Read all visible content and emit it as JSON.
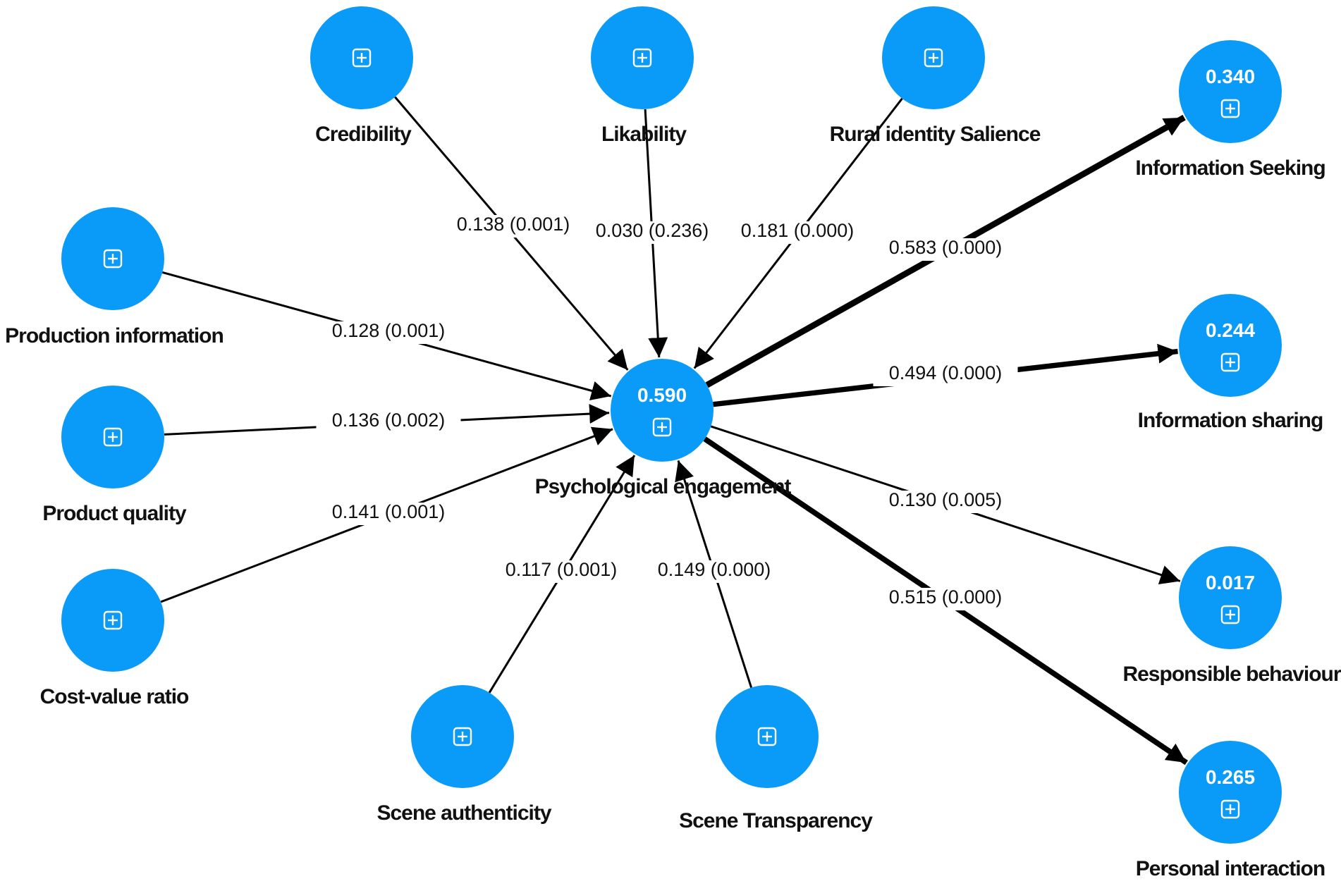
{
  "colors": {
    "node_fill": "#0A9BF8",
    "edge": "#000000",
    "label_text": "#111111",
    "node_text": "#ffffff",
    "background": "#ffffff"
  },
  "icon": "expand-plus-icon",
  "nodes": [
    {
      "id": "credibility",
      "label": "Credibility",
      "value": null
    },
    {
      "id": "likability",
      "label": "Likability",
      "value": null
    },
    {
      "id": "rural_identity_salience",
      "label": "Rural identity Salience",
      "value": null
    },
    {
      "id": "production_information",
      "label": "Production information",
      "value": null
    },
    {
      "id": "product_quality",
      "label": "Product quality",
      "value": null
    },
    {
      "id": "cost_value_ratio",
      "label": "Cost-value ratio",
      "value": null
    },
    {
      "id": "scene_authenticity",
      "label": "Scene authenticity",
      "value": null
    },
    {
      "id": "scene_transparency",
      "label": "Scene Transparency",
      "value": null
    },
    {
      "id": "psychological_engagement",
      "label": "Psychological engagement",
      "value": "0.590"
    },
    {
      "id": "information_seeking",
      "label": "Information Seeking",
      "value": "0.340"
    },
    {
      "id": "information_sharing",
      "label": "Information sharing",
      "value": "0.244"
    },
    {
      "id": "responsible_behaviour",
      "label": "Responsible behaviour",
      "value": "0.017"
    },
    {
      "id": "personal_interaction",
      "label": "Personal interaction",
      "value": "0.265"
    }
  ],
  "edges": [
    {
      "from": "credibility",
      "to": "psychological_engagement",
      "label": "0.138 (0.001)",
      "coefficient": 0.138,
      "p_value": 0.001
    },
    {
      "from": "likability",
      "to": "psychological_engagement",
      "label": "0.030 (0.236)",
      "coefficient": 0.03,
      "p_value": 0.236
    },
    {
      "from": "rural_identity_salience",
      "to": "psychological_engagement",
      "label": "0.181 (0.000)",
      "coefficient": 0.181,
      "p_value": 0.0
    },
    {
      "from": "production_information",
      "to": "psychological_engagement",
      "label": "0.128 (0.001)",
      "coefficient": 0.128,
      "p_value": 0.001
    },
    {
      "from": "product_quality",
      "to": "psychological_engagement",
      "label": "0.136 (0.002)",
      "coefficient": 0.136,
      "p_value": 0.002
    },
    {
      "from": "cost_value_ratio",
      "to": "psychological_engagement",
      "label": "0.141 (0.001)",
      "coefficient": 0.141,
      "p_value": 0.001
    },
    {
      "from": "scene_authenticity",
      "to": "psychological_engagement",
      "label": "0.117 (0.001)",
      "coefficient": 0.117,
      "p_value": 0.001
    },
    {
      "from": "scene_transparency",
      "to": "psychological_engagement",
      "label": "0.149 (0.000)",
      "coefficient": 0.149,
      "p_value": 0.0
    },
    {
      "from": "psychological_engagement",
      "to": "information_seeking",
      "label": "0.583 (0.000)",
      "coefficient": 0.583,
      "p_value": 0.0
    },
    {
      "from": "psychological_engagement",
      "to": "information_sharing",
      "label": "0.494 (0.000)",
      "coefficient": 0.494,
      "p_value": 0.0
    },
    {
      "from": "psychological_engagement",
      "to": "responsible_behaviour",
      "label": "0.130 (0.005)",
      "coefficient": 0.13,
      "p_value": 0.005
    },
    {
      "from": "psychological_engagement",
      "to": "personal_interaction",
      "label": "0.515 (0.000)",
      "coefficient": 0.515,
      "p_value": 0.0
    }
  ]
}
